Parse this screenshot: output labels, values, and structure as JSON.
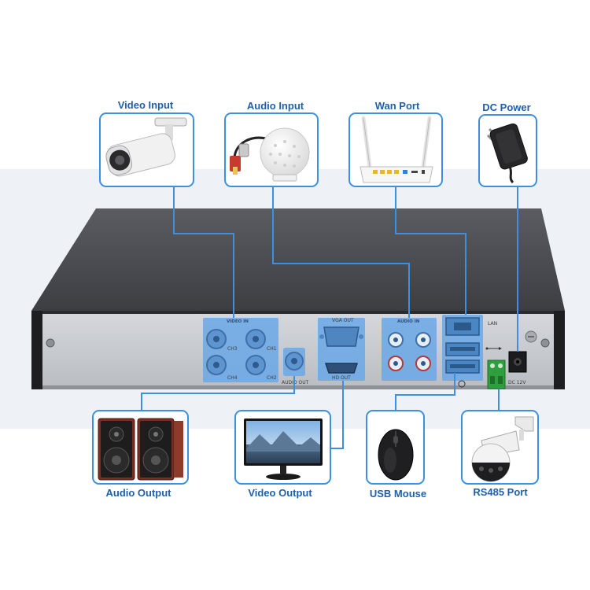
{
  "colors": {
    "accent": "#3d8fe0",
    "label": "#1f5fae",
    "device_top": "#4a4c51",
    "device_panel": "#c9ccd1",
    "highlight": "#6aa8e8"
  },
  "top_labels": {
    "video_input": "Video Input",
    "audio_input": "Audio Input",
    "wan_port": "Wan Port",
    "dc_power": "DC Power"
  },
  "bottom_labels": {
    "audio_output": "Audio Output",
    "video_output": "Video Output",
    "usb_mouse": "USB Mouse",
    "rs485_port": "RS485 Port"
  },
  "panel_text": {
    "video_in": "VIDEO IN",
    "ch1": "CH1",
    "ch2": "CH2",
    "ch3": "CH3",
    "ch4": "CH4",
    "audio_out": "AUDIO OUT",
    "vga_out": "VGA OUT",
    "hd_out": "HD OUT",
    "audio_in": "AUDIO IN",
    "lan": "LAN",
    "dc12v": "DC 12V"
  },
  "icons": [
    "camera-icon",
    "microphone-icon",
    "router-icon",
    "power-adapter-icon",
    "speaker-icon",
    "monitor-icon",
    "mouse-icon",
    "ptz-camera-icon",
    "usb-icon"
  ]
}
